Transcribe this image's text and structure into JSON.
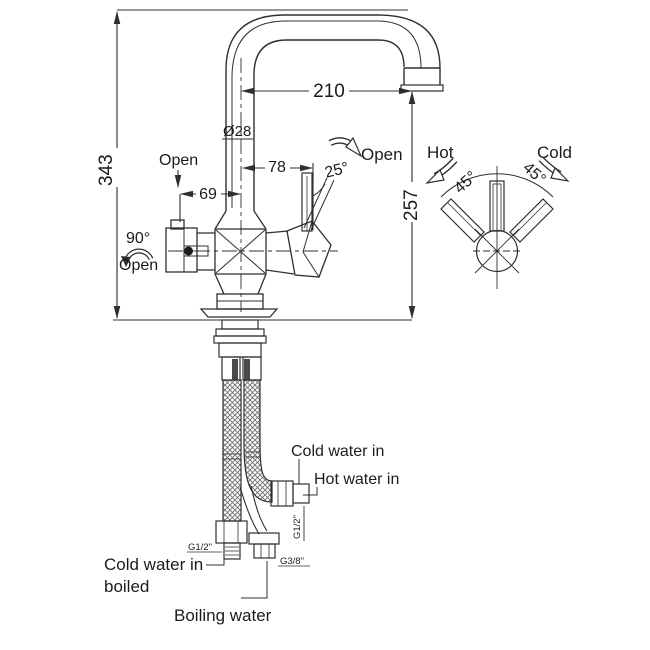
{
  "colors": {
    "line": "#2f2f2f",
    "background": "#ffffff",
    "hose_braid": "#6f6f6f"
  },
  "dimensions": {
    "total_height": "343",
    "spout_reach": "210",
    "spout_height": "257",
    "lever_offset": "78",
    "button_offset": "69",
    "lever_open_angle": "25°",
    "button_open_angle": "90°",
    "hot_swing_angle": "45°",
    "cold_swing_angle": "45°",
    "pipe_diameter": "Ø28"
  },
  "annotations": {
    "open_button": "Open",
    "open_lever": "Open",
    "open_quarter_turn": "Open",
    "hot": "Hot",
    "cold": "Cold",
    "cold_water_in": "Cold water in",
    "hot_water_in": "Hot water in",
    "cold_water_in_boiled_line1": "Cold water in",
    "cold_water_in_boiled_line2": "boiled",
    "boiling_water": "Boiling water",
    "thread_cold_boiled": "G1/2\"",
    "thread_hot": "G1/2\"",
    "thread_boiling": "G3/8\""
  }
}
